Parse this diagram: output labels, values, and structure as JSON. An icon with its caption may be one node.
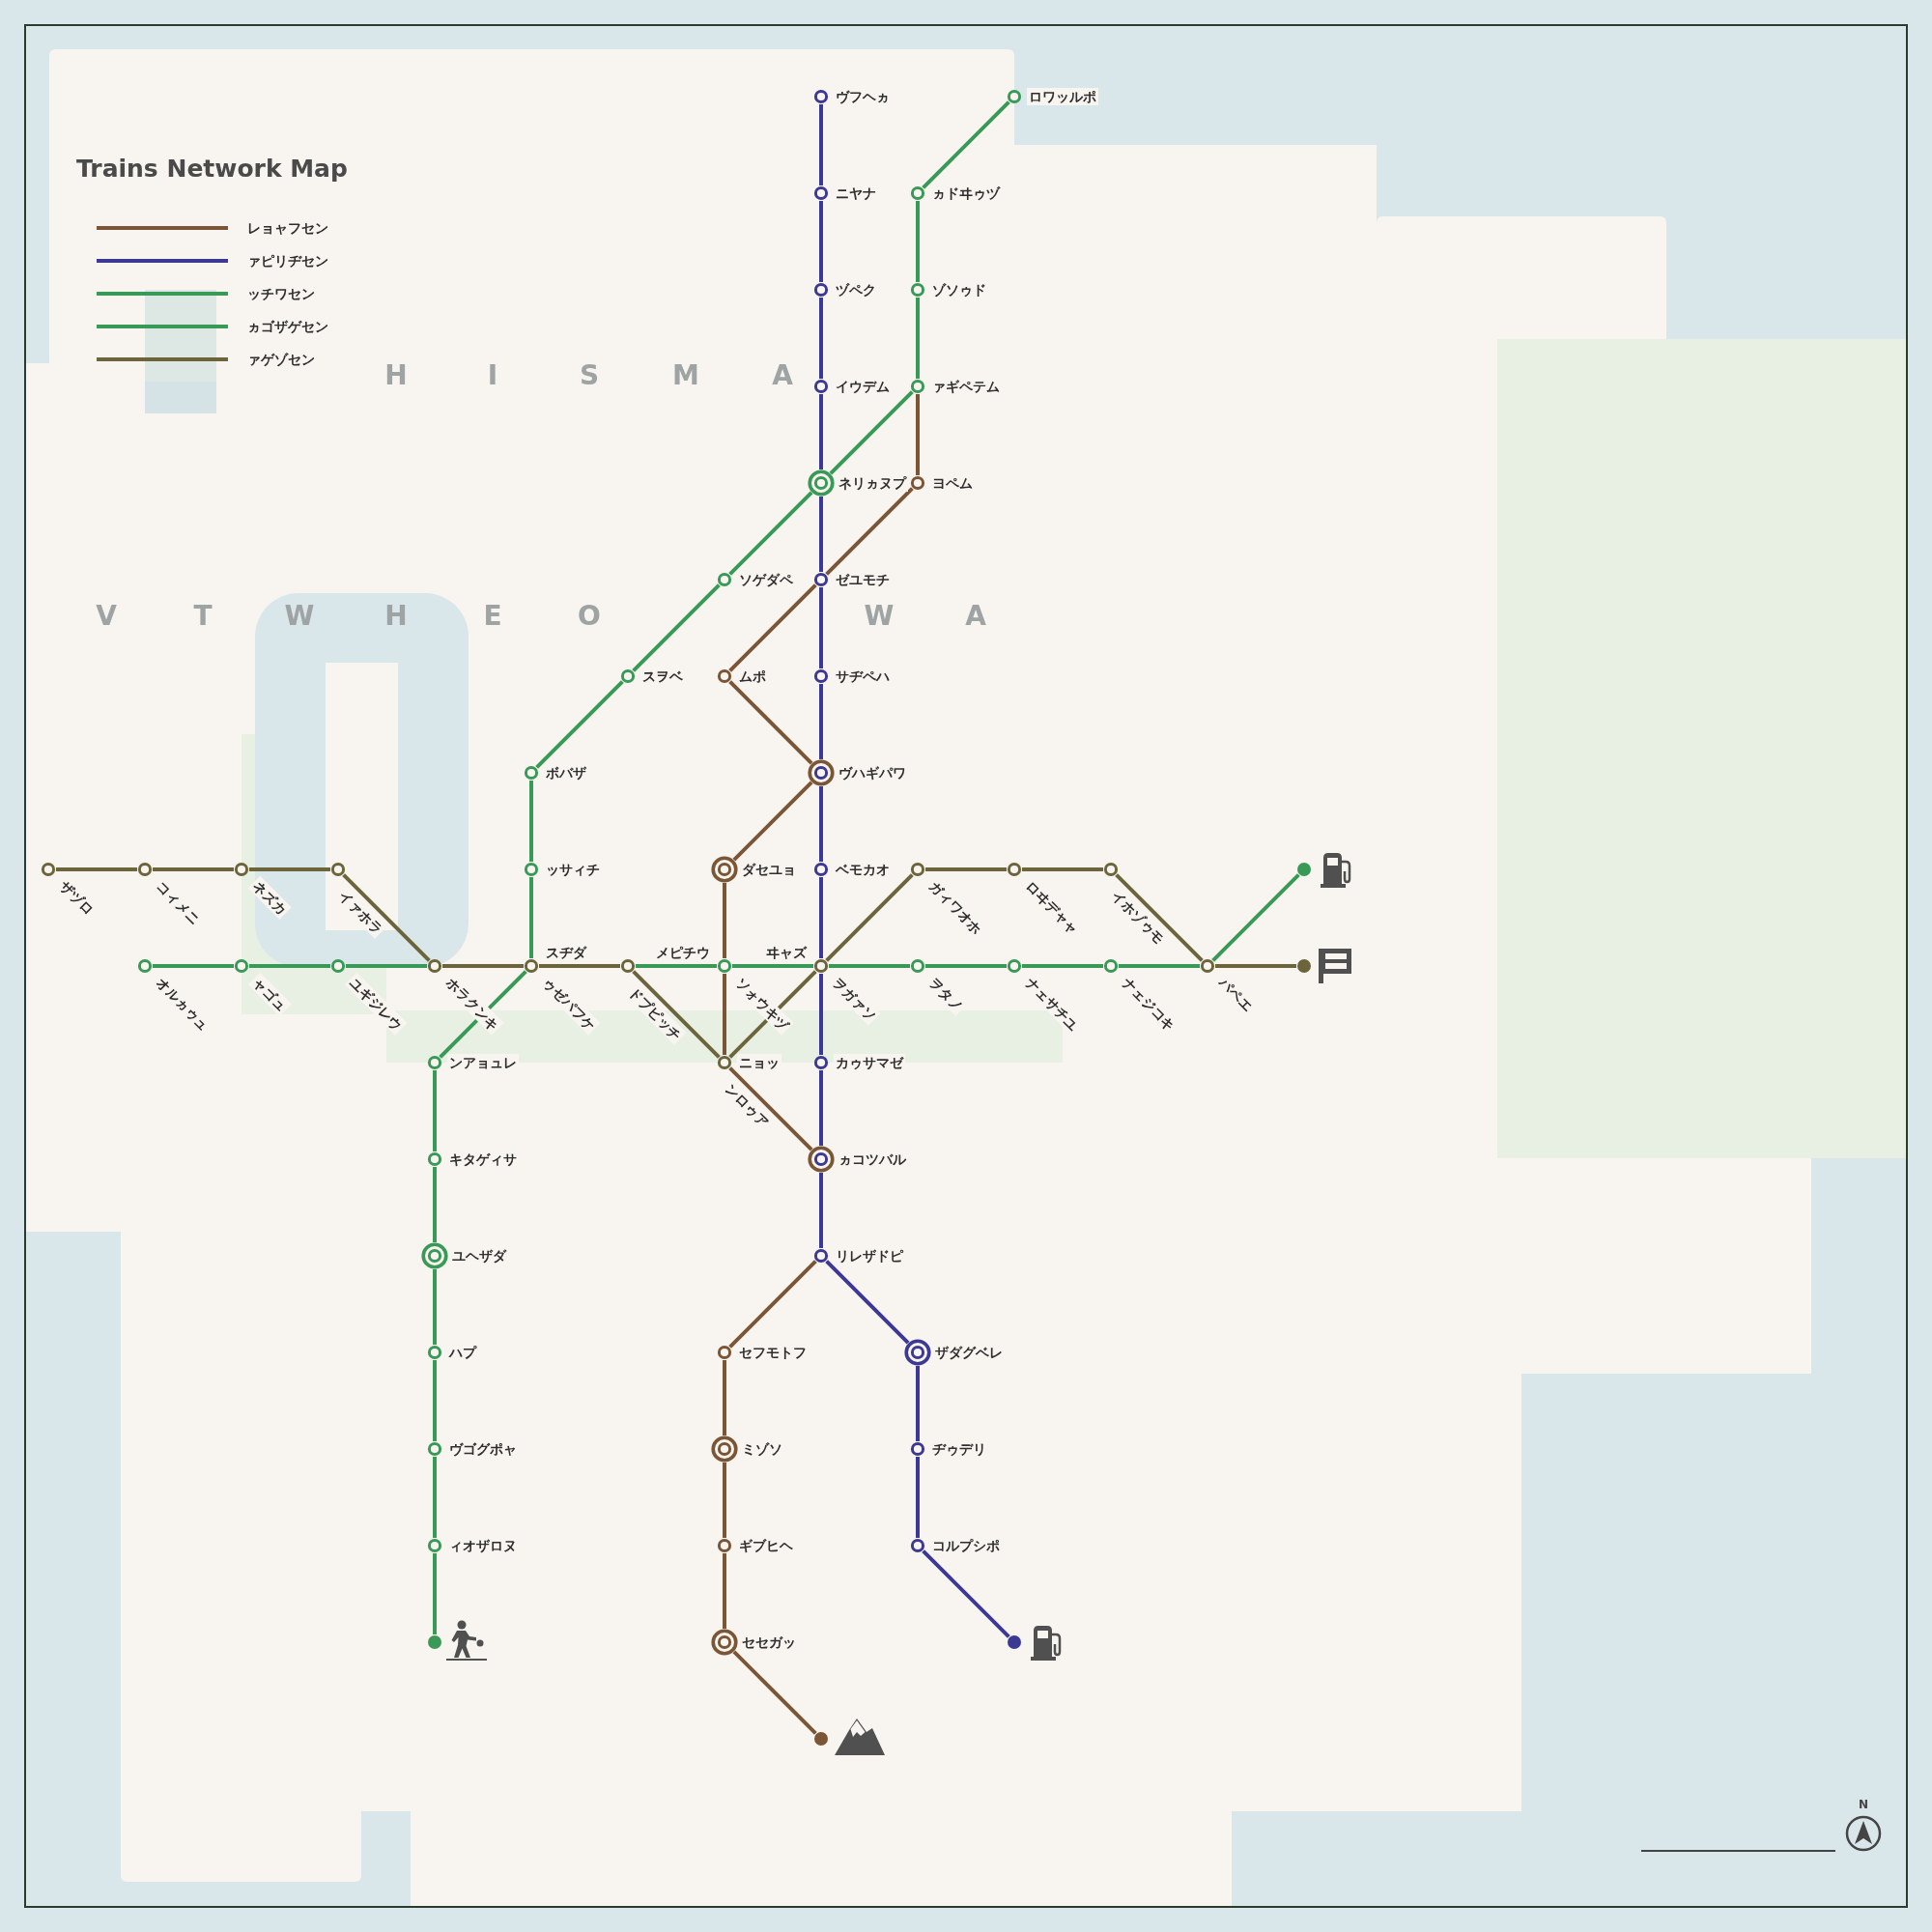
{
  "diagram": {
    "title": "Trains Network Map",
    "nodes": [
      {
        "text": [],
        "shape": "circle",
        "beside": [
          "ヴフヘヵ"
        ]
      },
      {
        "text": [],
        "shape": "circle",
        "beside": [
          "ロワッルポ"
        ]
      },
      {
        "text": [],
        "shape": "circle",
        "beside": [
          "ニヤナ"
        ]
      },
      {
        "text": [],
        "shape": "circle",
        "beside": [
          "ヵドヰゥヅ"
        ]
      },
      {
        "text": [],
        "shape": "circle",
        "beside": [
          "ヅペク"
        ]
      },
      {
        "text": [],
        "shape": "circle",
        "beside": [
          "ゾソゥド"
        ]
      },
      {
        "text": [],
        "shape": "circle",
        "beside": [
          "イウデム"
        ]
      },
      {
        "text": [],
        "shape": "circle",
        "beside": [
          "ァギペテム"
        ]
      },
      {
        "text": [],
        "shape": "circle",
        "beside": [
          "ネリヵヌプ"
        ]
      },
      {
        "text": [],
        "shape": "circle",
        "beside": [
          "ヨペム"
        ]
      },
      {
        "text": [],
        "shape": "circle",
        "beside": [
          "ソゲダペ"
        ]
      },
      {
        "text": [],
        "shape": "circle",
        "beside": [
          "ゼユモチ"
        ]
      },
      {
        "text": [],
        "shape": "circle",
        "beside": [
          "スヲベ"
        ]
      },
      {
        "text": [],
        "shape": "circle",
        "beside": [
          "ムポ"
        ]
      },
      {
        "text": [],
        "shape": "circle",
        "beside": [
          "サヂペハ"
        ]
      },
      {
        "text": [],
        "shape": "circle",
        "beside": [
          "ボバザ"
        ]
      },
      {
        "text": [],
        "shape": "circle",
        "beside": [
          "ヴハギパワ"
        ]
      },
      {
        "text": [],
        "shape": "circle",
        "beside": [
          "ザヅロ"
        ]
      },
      {
        "text": [],
        "shape": "circle",
        "beside": [
          "コィメニ"
        ]
      },
      {
        "text": [],
        "shape": "circle",
        "beside": [
          "ネズカ"
        ]
      },
      {
        "text": [],
        "shape": "circle",
        "beside": [
          "イァホラ"
        ]
      },
      {
        "text": [],
        "shape": "circle",
        "beside": [
          "ッサィチ"
        ]
      },
      {
        "text": [],
        "shape": "circle",
        "beside": [
          "ダセユョ"
        ]
      },
      {
        "text": [],
        "shape": "circle",
        "beside": [
          "ベモカオ"
        ]
      },
      {
        "text": [],
        "shape": "circle",
        "beside": [
          "ガィワオホ"
        ]
      },
      {
        "text": [],
        "shape": "circle",
        "beside": [
          "ロヰデャャ"
        ]
      },
      {
        "text": [],
        "shape": "circle",
        "beside": [
          "イホゾゥモ"
        ]
      },
      {
        "text": [],
        "shape": "circle"
      },
      {
        "text": [],
        "shape": "circle",
        "beside": [
          "オルヵゥュ"
        ]
      },
      {
        "text": [],
        "shape": "circle",
        "beside": [
          "ャゴュ"
        ]
      },
      {
        "text": [],
        "shape": "circle",
        "beside": [
          "ユギジレウ"
        ]
      },
      {
        "text": [],
        "shape": "circle",
        "beside": [
          "ホラクンキ"
        ]
      },
      {
        "text": [],
        "shape": "circle",
        "beside": [
          "スヂダ",
          "ゥゼパフケ"
        ]
      },
      {
        "text": [],
        "shape": "circle",
        "beside": [
          "ドプピッチ"
        ]
      },
      {
        "text": [],
        "shape": "circle",
        "beside": [
          "メピチウ",
          "ソォウキヅ"
        ]
      },
      {
        "text": [],
        "shape": "circle",
        "beside": [
          "ヰャズ",
          "ヲガァソ"
        ]
      },
      {
        "text": [],
        "shape": "circle",
        "beside": [
          "ヲタノ"
        ]
      },
      {
        "text": [],
        "shape": "circle",
        "beside": [
          "ナェサチユ"
        ]
      },
      {
        "text": [],
        "shape": "circle",
        "beside": [
          "ナェジコキ"
        ]
      },
      {
        "text": [],
        "shape": "circle",
        "beside": [
          "パペエ"
        ]
      },
      {
        "text": [],
        "shape": "circle"
      },
      {
        "text": [],
        "shape": "circle",
        "beside": [
          "ンアョュレ"
        ]
      },
      {
        "text": [],
        "shape": "circle",
        "beside": [
          "ニョッ",
          "ンロゥア"
        ]
      },
      {
        "text": [],
        "shape": "circle",
        "beside": [
          "カゥサマゼ"
        ]
      },
      {
        "text": [],
        "shape": "circle",
        "beside": [
          "キタゲィサ"
        ]
      },
      {
        "text": [],
        "shape": "circle",
        "beside": [
          "ヵコツバル"
        ]
      },
      {
        "text": [],
        "shape": "circle",
        "beside": [
          "ユヘザダ"
        ]
      },
      {
        "text": [],
        "shape": "circle",
        "beside": [
          "リレザドピ"
        ]
      },
      {
        "text": [],
        "shape": "circle",
        "beside": [
          "ハプ"
        ]
      },
      {
        "text": [],
        "shape": "circle",
        "beside": [
          "セフモトフ"
        ]
      },
      {
        "text": [],
        "shape": "circle",
        "beside": [
          "ザダグベレ"
        ]
      },
      {
        "text": [],
        "shape": "circle",
        "beside": [
          "ヴゴグポャ"
        ]
      },
      {
        "text": [],
        "shape": "circle",
        "beside": [
          "ミゾソ"
        ]
      },
      {
        "text": [],
        "shape": "circle",
        "beside": [
          "ヂゥデリ"
        ]
      },
      {
        "text": [],
        "shape": "circle",
        "beside": [
          "ィオザロヌ"
        ]
      },
      {
        "text": [],
        "shape": "circle",
        "beside": [
          "ギブヒヘ"
        ]
      },
      {
        "text": [],
        "shape": "circle",
        "beside": [
          "コルプシポ"
        ]
      },
      {
        "text": [],
        "shape": "circle"
      },
      {
        "text": [],
        "shape": "circle",
        "beside": [
          "セセガッ"
        ]
      },
      {
        "text": [],
        "shape": "circle"
      },
      {
        "text": [],
        "shape": "circle"
      }
    ],
    "edges": [
      {
        "from": 0,
        "to": 2,
        "arrow": "none",
        "color": "#3c3994"
      },
      {
        "from": 2,
        "to": 4,
        "arrow": "none",
        "color": "#3c3994"
      },
      {
        "from": 4,
        "to": 6,
        "arrow": "none",
        "color": "#3c3994"
      },
      {
        "from": 6,
        "to": 8,
        "arrow": "none",
        "color": "#3c3994"
      },
      {
        "from": 8,
        "to": 11,
        "arrow": "none",
        "color": "#3c3994"
      },
      {
        "from": 11,
        "to": 14,
        "arrow": "none",
        "color": "#3c3994"
      },
      {
        "from": 14,
        "to": 16,
        "arrow": "none",
        "color": "#3c3994"
      },
      {
        "from": 16,
        "to": 23,
        "arrow": "none",
        "color": "#3c3994"
      },
      {
        "from": 23,
        "to": 35,
        "arrow": "none",
        "color": "#3c3994"
      },
      {
        "from": 35,
        "to": 43,
        "arrow": "none",
        "color": "#3c3994"
      },
      {
        "from": 43,
        "to": 45,
        "arrow": "none",
        "color": "#3c3994"
      },
      {
        "from": 45,
        "to": 47,
        "arrow": "none",
        "color": "#3c3994"
      },
      {
        "from": 47,
        "to": 50,
        "arrow": "none",
        "color": "#3c3994"
      },
      {
        "from": 50,
        "to": 53,
        "arrow": "none",
        "color": "#3c3994"
      },
      {
        "from": 53,
        "to": 56,
        "arrow": "none",
        "color": "#3c3994"
      },
      {
        "from": 56,
        "to": 59,
        "arrow": "none",
        "color": "#3c3994"
      },
      {
        "from": 1,
        "to": 3,
        "arrow": "none",
        "color": "#399a57"
      },
      {
        "from": 3,
        "to": 5,
        "arrow": "none",
        "color": "#399a57"
      },
      {
        "from": 5,
        "to": 7,
        "arrow": "none",
        "color": "#399a57"
      },
      {
        "from": 7,
        "to": 8,
        "arrow": "none",
        "color": "#399a57"
      },
      {
        "from": 8,
        "to": 10,
        "arrow": "none",
        "color": "#399a57"
      },
      {
        "from": 10,
        "to": 12,
        "arrow": "none",
        "color": "#399a57"
      },
      {
        "from": 12,
        "to": 15,
        "arrow": "none",
        "color": "#399a57"
      },
      {
        "from": 15,
        "to": 21,
        "arrow": "none",
        "color": "#399a57"
      },
      {
        "from": 21,
        "to": 32,
        "arrow": "none",
        "color": "#399a57"
      },
      {
        "from": 32,
        "to": 41,
        "arrow": "none",
        "color": "#399a57"
      },
      {
        "from": 41,
        "to": 44,
        "arrow": "none",
        "color": "#399a57"
      },
      {
        "from": 44,
        "to": 46,
        "arrow": "none",
        "color": "#399a57"
      },
      {
        "from": 46,
        "to": 48,
        "arrow": "none",
        "color": "#399a57"
      },
      {
        "from": 48,
        "to": 51,
        "arrow": "none",
        "color": "#399a57"
      },
      {
        "from": 51,
        "to": 54,
        "arrow": "none",
        "color": "#399a57"
      },
      {
        "from": 54,
        "to": 57,
        "arrow": "none",
        "color": "#399a57"
      },
      {
        "from": 28,
        "to": 29,
        "arrow": "none",
        "color": "#399a57"
      },
      {
        "from": 29,
        "to": 30,
        "arrow": "none",
        "color": "#399a57"
      },
      {
        "from": 30,
        "to": 31,
        "arrow": "none",
        "color": "#399a57"
      },
      {
        "from": 33,
        "to": 34,
        "arrow": "none",
        "color": "#399a57"
      },
      {
        "from": 34,
        "to": 35,
        "arrow": "none",
        "color": "#399a57"
      },
      {
        "from": 35,
        "to": 36,
        "arrow": "none",
        "color": "#399a57"
      },
      {
        "from": 36,
        "to": 37,
        "arrow": "none",
        "color": "#399a57"
      },
      {
        "from": 37,
        "to": 38,
        "arrow": "none",
        "color": "#399a57"
      },
      {
        "from": 38,
        "to": 39,
        "arrow": "none",
        "color": "#399a57"
      },
      {
        "from": 39,
        "to": 27,
        "arrow": "none",
        "color": "#399a57"
      },
      {
        "from": 17,
        "to": 18,
        "arrow": "none",
        "color": "#6c653c"
      },
      {
        "from": 18,
        "to": 19,
        "arrow": "none",
        "color": "#6c653c"
      },
      {
        "from": 19,
        "to": 20,
        "arrow": "none",
        "color": "#6c653c"
      },
      {
        "from": 20,
        "to": 31,
        "arrow": "none",
        "color": "#6c653c"
      },
      {
        "from": 31,
        "to": 32,
        "arrow": "none",
        "color": "#6c653c"
      },
      {
        "from": 32,
        "to": 33,
        "arrow": "none",
        "color": "#6c653c"
      },
      {
        "from": 33,
        "to": 42,
        "arrow": "none",
        "color": "#6c653c"
      },
      {
        "from": 42,
        "to": 35,
        "arrow": "none",
        "color": "#6c653c"
      },
      {
        "from": 35,
        "to": 24,
        "arrow": "none",
        "color": "#6c653c"
      },
      {
        "from": 24,
        "to": 25,
        "arrow": "none",
        "color": "#6c653c"
      },
      {
        "from": 25,
        "to": 26,
        "arrow": "none",
        "color": "#6c653c"
      },
      {
        "from": 26,
        "to": 39,
        "arrow": "none",
        "color": "#6c653c"
      },
      {
        "from": 39,
        "to": 40,
        "arrow": "none",
        "color": "#6c653c"
      },
      {
        "from": 7,
        "to": 9,
        "arrow": "none",
        "color": "#7b5636"
      },
      {
        "from": 9,
        "to": 11,
        "arrow": "none",
        "color": "#7b5636"
      },
      {
        "from": 11,
        "to": 13,
        "arrow": "none",
        "color": "#7b5636"
      },
      {
        "from": 13,
        "to": 16,
        "arrow": "none",
        "color": "#7b5636"
      },
      {
        "from": 16,
        "to": 22,
        "arrow": "none",
        "color": "#7b5636"
      },
      {
        "from": 22,
        "to": 34,
        "arrow": "none",
        "color": "#7b5636"
      },
      {
        "from": 34,
        "to": 42,
        "arrow": "none",
        "color": "#7b5636"
      },
      {
        "from": 42,
        "to": 45,
        "arrow": "none",
        "color": "#7b5636"
      },
      {
        "from": 47,
        "to": 49,
        "arrow": "none",
        "color": "#7b5636"
      },
      {
        "from": 49,
        "to": 52,
        "arrow": "none",
        "color": "#7b5636"
      },
      {
        "from": 52,
        "to": 55,
        "arrow": "none",
        "color": "#7b5636"
      },
      {
        "from": 55,
        "to": 58,
        "arrow": "none",
        "color": "#7b5636"
      },
      {
        "from": 58,
        "to": 60,
        "arrow": "none",
        "color": "#7b5636"
      }
    ],
    "labels": [
      "H",
      "I",
      "S",
      "M",
      "A",
      "V",
      "T",
      "W",
      "H",
      "E",
      "O",
      "W",
      "A",
      "N"
    ],
    "legend": [
      {
        "text": "レョャフセン",
        "color": "#7b5636"
      },
      {
        "text": "ァピリヂセン",
        "color": "#3c3994"
      },
      {
        "text": "ッチワセン",
        "color": "#399a57"
      },
      {
        "text": "ヵゴザゲセン",
        "color": "#399a57"
      },
      {
        "text": "ァゲゾセン",
        "color": "#6c653c"
      }
    ]
  }
}
